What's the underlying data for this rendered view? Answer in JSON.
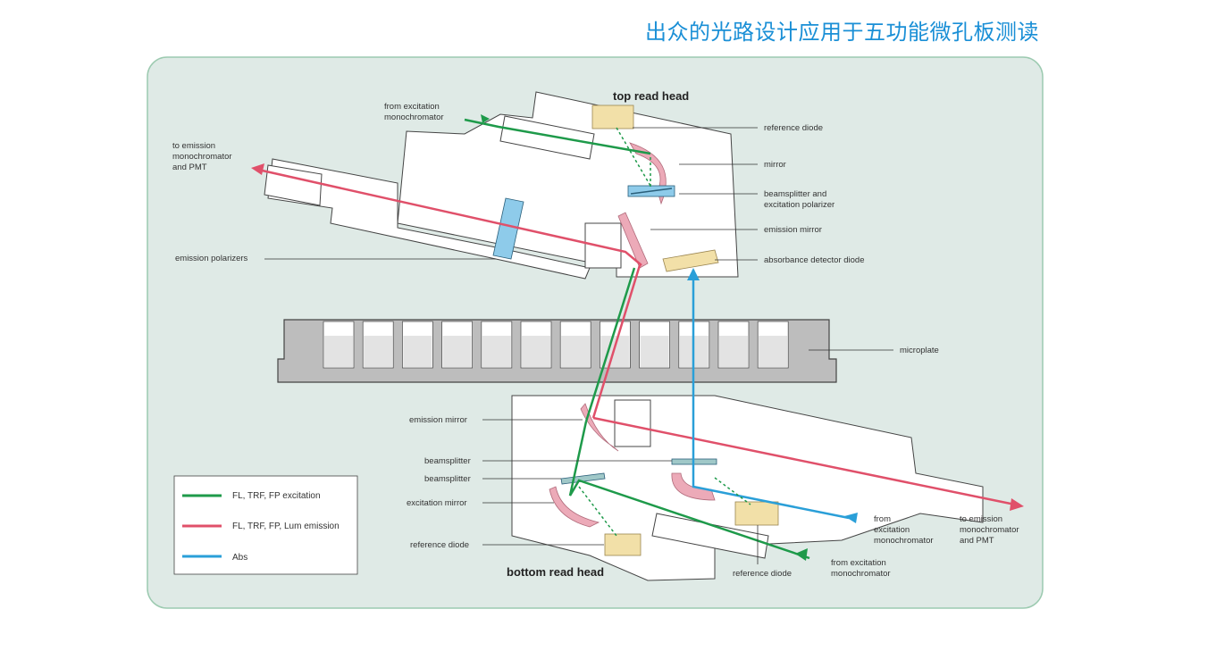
{
  "page_title": "出众的光路设计应用于五功能微孔板测读",
  "top_head": {
    "title": "top read head",
    "from_excitation": [
      "from excitation",
      "monochromator"
    ],
    "to_emission": [
      "to emission",
      "monochromator",
      "and PMT"
    ],
    "reference_diode": "reference diode",
    "mirror": "mirror",
    "beamsplitter": [
      "beamsplitter and",
      "excitation polarizer"
    ],
    "emission_mirror": "emission mirror",
    "absorbance_diode": "absorbance detector diode",
    "emission_polarizers": "emission polarizers"
  },
  "microplate": {
    "label": "microplate",
    "wells": 12
  },
  "bottom_head": {
    "title": "bottom read head",
    "emission_mirror": "emission mirror",
    "beamsplitter_1": "beamsplitter",
    "beamsplitter_2": "beamsplitter",
    "excitation_mirror": "excitation mirror",
    "reference_diode_left": "reference diode",
    "reference_diode_right": "reference diode",
    "from_excitation_abs": [
      "from",
      "excitation",
      "monochromator"
    ],
    "to_emission": [
      "to emission",
      "monochromator",
      "and PMT"
    ],
    "from_excitation": [
      "from excitation",
      "monochromator"
    ]
  },
  "legend": [
    {
      "label": "FL, TRF, FP excitation",
      "color": "#1e9a4a"
    },
    {
      "label": "FL, TRF, FP, Lum emission",
      "color": "#e0506a"
    },
    {
      "label": "Abs",
      "color": "#2a9fd8"
    }
  ],
  "colors": {
    "panel_bg": "#dfeae6",
    "panel_border": "#9ccab0",
    "excitation": "#1e9a4a",
    "emission": "#e0506a",
    "abs": "#2a9fd8",
    "mirror_fill": "#ecaab8",
    "diode_fill": "#f2e0a8",
    "polarizer_fill": "#8ecbea",
    "plate_fill": "#bdbdbd"
  }
}
